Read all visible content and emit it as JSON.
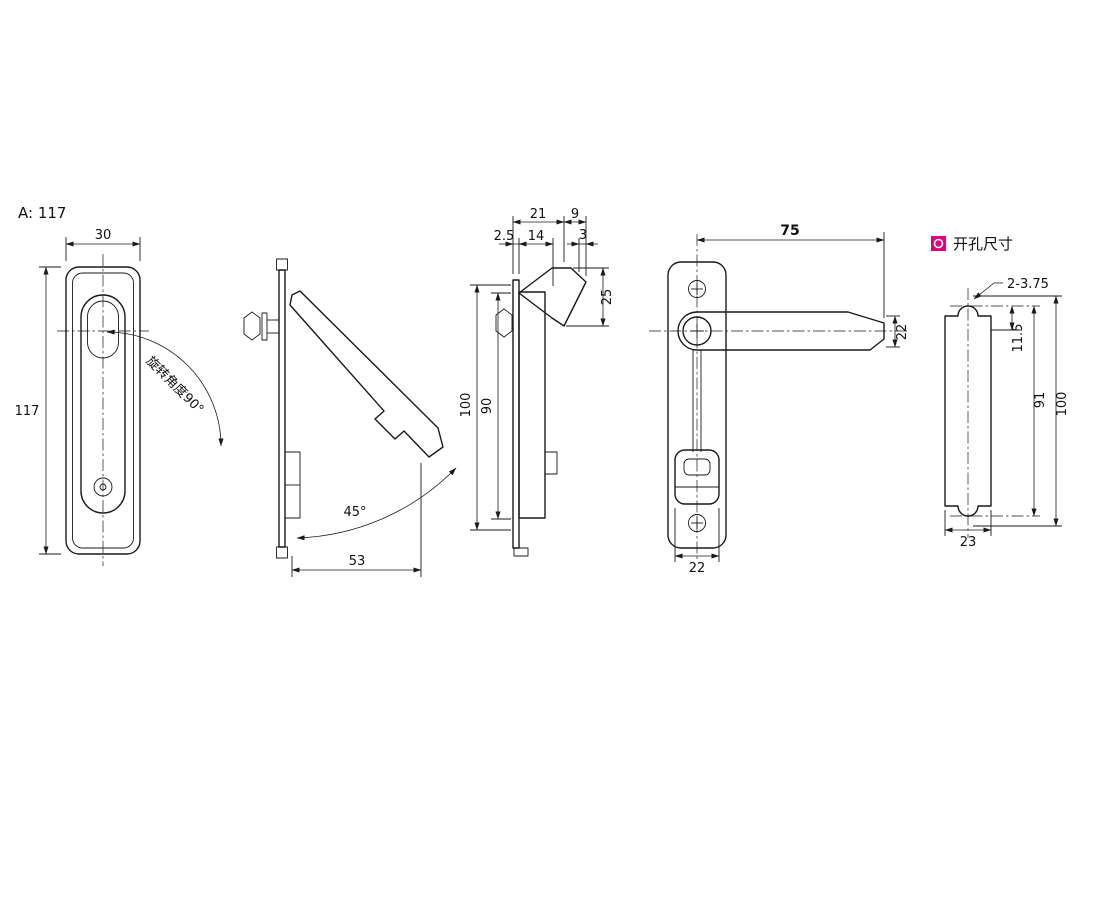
{
  "header": {
    "ref_label": "A: 117",
    "ref_color": "#0070c0"
  },
  "front_view": {
    "dim_width": "30",
    "dim_height": "117",
    "rotation_note": "旋转角度90°"
  },
  "side_open_view": {
    "dim_angle": "45°",
    "dim_depth": "53"
  },
  "side_closed_view": {
    "dim_overall": "21",
    "dim_latch_reach": "9",
    "dim_panel_thickness": "2.5",
    "dim_body_depth": "14",
    "dim_latch_thickness": "3",
    "dim_latch_drop": "25",
    "dim_height_outer": "100",
    "dim_height_inner": "90"
  },
  "rear_view": {
    "dim_handle_length": "75",
    "dim_handle_width": "22",
    "dim_latch_width": "22"
  },
  "cutout_view": {
    "legend_label": "开孔尺寸",
    "legend_color": "#e5007d",
    "dim_holes": "2-3.75",
    "dim_hole_offset": "11.5",
    "dim_hole_pitch": "91",
    "dim_height": "100",
    "dim_width": "23"
  }
}
